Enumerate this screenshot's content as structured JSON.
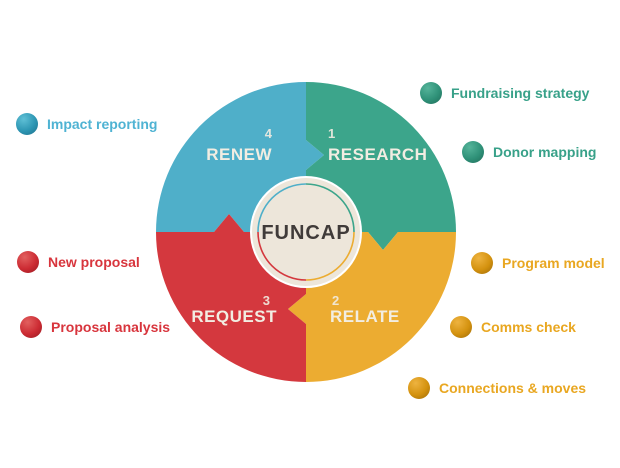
{
  "center": {
    "label": "FUNCAP",
    "fill": "#EDE6DA"
  },
  "segments": [
    {
      "name": "research",
      "number": "1",
      "label": "RESEARCH",
      "color": "#3CA58B"
    },
    {
      "name": "relate",
      "number": "2",
      "label": "RELATE",
      "color": "#ECAC31"
    },
    {
      "name": "request",
      "number": "3",
      "label": "REQUEST",
      "color": "#D4383E"
    },
    {
      "name": "renew",
      "number": "4",
      "label": "RENEW",
      "color": "#4FAFC9"
    }
  ],
  "callouts": [
    {
      "label": "Impact reporting",
      "color": "#4FB3D3",
      "segment": "renew"
    },
    {
      "label": "Fundraising strategy",
      "color": "#38A189",
      "segment": "research"
    },
    {
      "label": "Donor mapping",
      "color": "#38A189",
      "segment": "research"
    },
    {
      "label": "New proposal",
      "color": "#D8353D",
      "segment": "request"
    },
    {
      "label": "Proposal analysis",
      "color": "#D8353D",
      "segment": "request"
    },
    {
      "label": "Program model",
      "color": "#E9A721",
      "segment": "relate"
    },
    {
      "label": "Comms check",
      "color": "#E9A721",
      "segment": "relate"
    },
    {
      "label": "Connections & moves",
      "color": "#E9A721",
      "segment": "relate"
    }
  ]
}
